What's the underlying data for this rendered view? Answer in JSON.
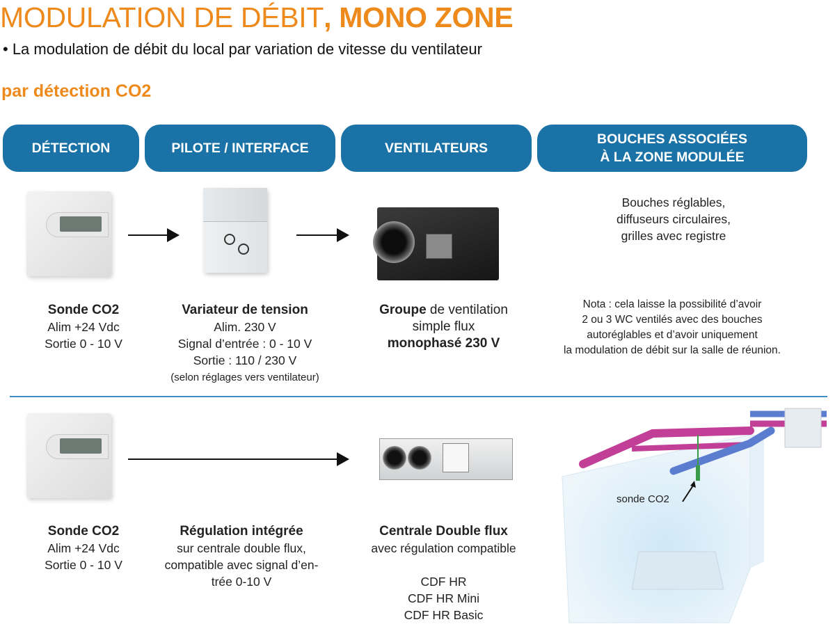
{
  "header": {
    "title_part1": "MODULATION DE DÉBIT",
    "title_part2": ", MONO ZONE",
    "subtitle": "• La modulation de débit du local par variation de vitesse du ventilateur",
    "section": "par détection CO2"
  },
  "columns": {
    "detection": "DÉTECTION",
    "pilote": "PILOTE / INTERFACE",
    "ventilateurs": "VENTILATEURS",
    "bouches_line1": "BOUCHES ASSOCIÉES",
    "bouches_line2": "À LA ZONE MODULÉE"
  },
  "row1": {
    "sensor": {
      "title": "Sonde CO2",
      "line1": "Alim +24 Vdc",
      "line2": "Sortie 0 - 10 V"
    },
    "variator": {
      "title": "Variateur de tension",
      "line1": "Alim. 230 V",
      "line2": "Signal d’entrée : 0 - 10 V",
      "line3": "Sortie : 110 / 230 V",
      "note": "(selon réglages vers ventilateur)"
    },
    "fan": {
      "title_bold": "Groupe",
      "title_rest": " de ventilation",
      "line1": "simple flux",
      "line2": "monophasé 230 V"
    },
    "bouches": {
      "line1": "Bouches réglables,",
      "line2": "diffuseurs circulaires,",
      "line3": "grilles avec registre"
    },
    "nota": {
      "line1": "Nota : cela laisse la possibilité d’avoir",
      "line2": "2 ou 3 WC ventilés avec des bouches",
      "line3": "autoréglables et d’avoir uniquement",
      "line4": "la modulation de débit sur la salle de réunion."
    }
  },
  "row2": {
    "sensor": {
      "title": "Sonde CO2",
      "line1": "Alim +24 Vdc",
      "line2": "Sortie 0 - 10 V"
    },
    "regulation": {
      "title": "Régulation intégrée",
      "line1": "sur centrale double flux,",
      "line2": "compatible avec signal d’en-",
      "line3": "trée 0-10 V"
    },
    "centrale": {
      "title": "Centrale Double flux",
      "line1": "avec régulation compatible",
      "model1": "CDF HR",
      "model2": "CDF HR Mini",
      "model3": "CDF HR Basic"
    },
    "room_label": "sonde CO2"
  },
  "colors": {
    "accent": "#ee8a1c",
    "pill": "#1a72a6",
    "divider": "#3c8fc4"
  }
}
